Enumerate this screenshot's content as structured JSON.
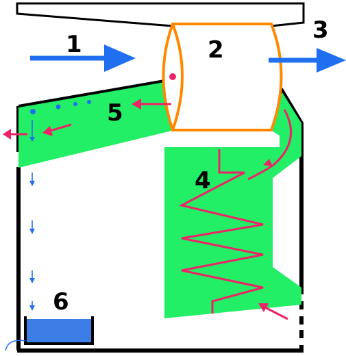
{
  "labels": {
    "l1": "1",
    "l2": "2",
    "l3": "3",
    "l4": "4",
    "l5": "5",
    "l6": "6"
  },
  "colors": {
    "wall": "#000000",
    "green": "#22ee66",
    "cylinder": "#ff8800",
    "airflow": "#1f6ff0",
    "refrigerant": "#ee2266",
    "water": "#3d7ee6",
    "droplet": "#1f6ff0"
  }
}
